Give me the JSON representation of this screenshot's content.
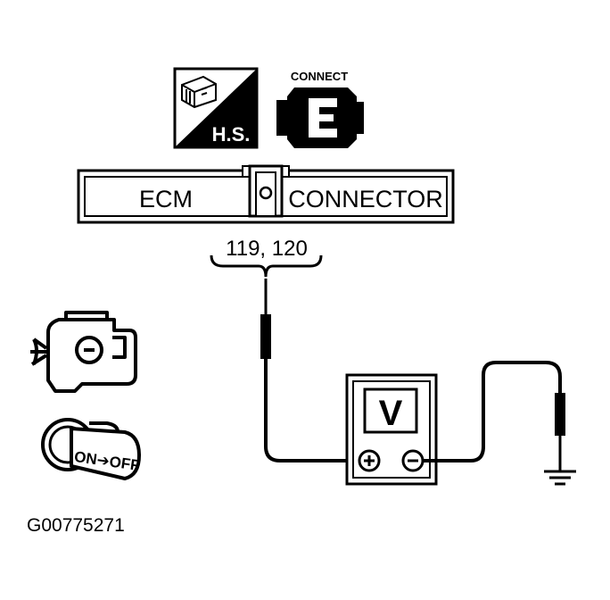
{
  "icons": {
    "harness_icon": "hs-harness-icon",
    "harness_label": "H.S.",
    "connect_label": "CONNECT",
    "connector_icon": "connector-plug-icon",
    "engine_icon": "engine-icon",
    "ignition_icon": "ignition-key-icon",
    "ignition_label": "ON➔OFF"
  },
  "ecm_bar": {
    "left_label": "ECM",
    "right_label": "CONNECTOR"
  },
  "terminals_label": "119, 120",
  "meter": {
    "icon": "voltmeter-icon",
    "display_label": "V",
    "positive_symbol": "⊕",
    "negative_symbol": "⊖"
  },
  "ground_icon": "ground-symbol-icon",
  "figure_id": "G00775271"
}
